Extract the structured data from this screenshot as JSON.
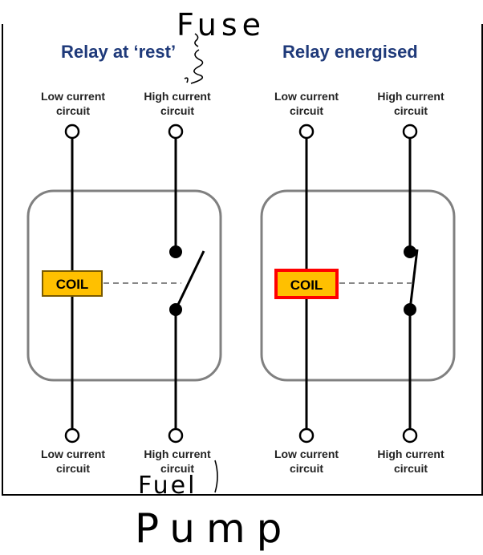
{
  "panels": {
    "rest": {
      "title": "Relay at ‘rest’"
    },
    "energised": {
      "title": "Relay energised"
    }
  },
  "labels": {
    "low_current": [
      "Low current",
      "circuit"
    ],
    "high_current": [
      "High current",
      "circuit"
    ]
  },
  "coil_label": "COIL",
  "annotations": {
    "fuse": "Fuse",
    "fuel_pump": [
      "Fuel",
      "Pump"
    ]
  },
  "colors": {
    "title": "#1f3a7a",
    "coil_fill": "#ffc000",
    "coil_rest_border": "#7a5a00",
    "coil_energised_border": "#ff0000",
    "housing": "#808080"
  }
}
